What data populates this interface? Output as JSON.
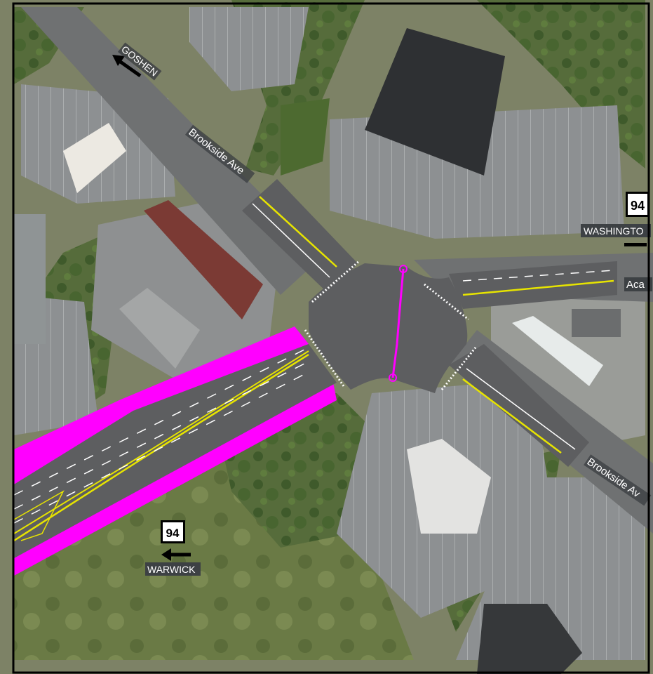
{
  "labels": {
    "goshen": "GOSHEN",
    "brookside_upper": "Brookside Ave",
    "brookside_lower": "Brookside Av",
    "washington": "WASHINGTO",
    "academy": "Aca",
    "warwick": "WARWICK"
  },
  "shields": {
    "route_number": "94"
  },
  "colors": {
    "pavement": "#5d5e60",
    "lane_line": "#e7e400",
    "proposed": "#ff00ff",
    "vegetation": "#4f6a34",
    "building_roof": "#2e3033"
  },
  "icons": {
    "direction_goshen": "arrow-northwest-icon",
    "direction_warwick": "arrow-west-icon",
    "route_shield": "route-shield-icon"
  }
}
